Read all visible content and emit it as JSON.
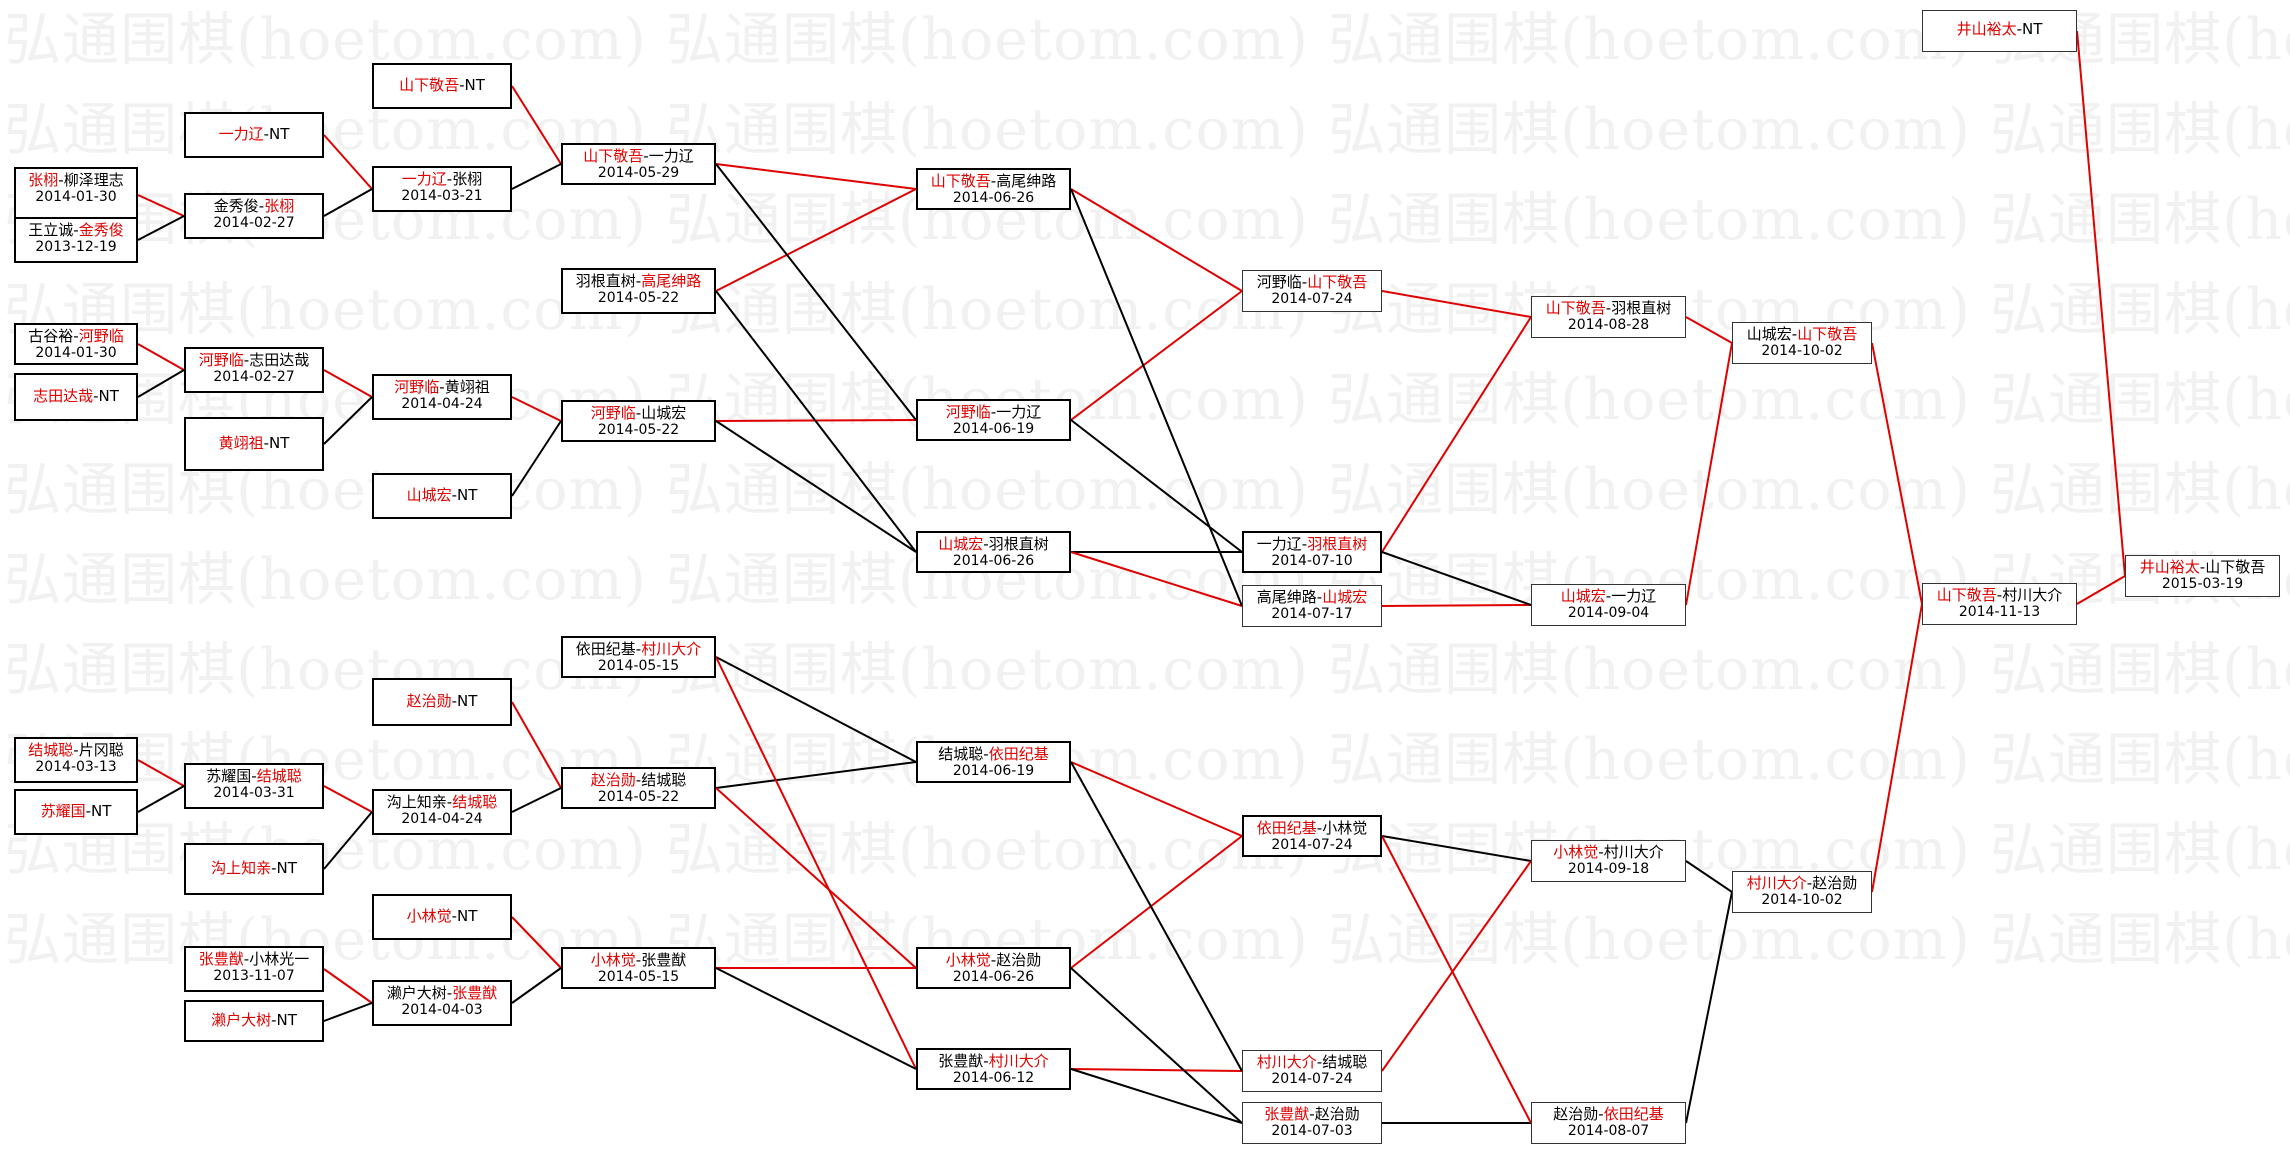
{
  "watermark": "弘通围棋(hoetom.com) 弘通围棋(hoetom.com) 弘通围棋(hoetom.com) 弘通围棋(hoetom.com)",
  "colors": {
    "winner": "#e00000",
    "black_line": "#000000",
    "red_line": "#e00000",
    "watermark": "#f1f1f1"
  },
  "matches": [
    {
      "id": "m01",
      "parts": [
        {
          "t": "张栩",
          "w": true
        },
        {
          "t": "-柳泽理志"
        }
      ],
      "date": "2014-01-30"
    },
    {
      "id": "m02",
      "parts": [
        {
          "t": "王立诚-"
        },
        {
          "t": "金秀俊",
          "w": true
        }
      ],
      "date": "2013-12-19"
    },
    {
      "id": "m03",
      "parts": [
        {
          "t": "古谷裕-"
        },
        {
          "t": "河野临",
          "w": true
        }
      ],
      "date": "2014-01-30"
    },
    {
      "id": "m04",
      "parts": [
        {
          "t": "志田达哉",
          "w": true
        },
        {
          "t": "-NT"
        }
      ],
      "date": ""
    },
    {
      "id": "m05",
      "parts": [
        {
          "t": "结城聪",
          "w": true
        },
        {
          "t": "-片冈聪"
        }
      ],
      "date": "2014-03-13"
    },
    {
      "id": "m06",
      "parts": [
        {
          "t": "苏耀国",
          "w": true
        },
        {
          "t": "-NT"
        }
      ],
      "date": ""
    },
    {
      "id": "m07",
      "parts": [
        {
          "t": "张豊猷",
          "w": true
        },
        {
          "t": "-小林光一"
        }
      ],
      "date": "2013-11-07"
    },
    {
      "id": "m08",
      "parts": [
        {
          "t": "濑户大树",
          "w": true
        },
        {
          "t": "-NT"
        }
      ],
      "date": ""
    },
    {
      "id": "m09",
      "parts": [
        {
          "t": "一力辽",
          "w": true
        },
        {
          "t": "-NT"
        }
      ],
      "date": ""
    },
    {
      "id": "m10",
      "parts": [
        {
          "t": "金秀俊-"
        },
        {
          "t": "张栩",
          "w": true
        }
      ],
      "date": "2014-02-27"
    },
    {
      "id": "m11",
      "parts": [
        {
          "t": "河野临",
          "w": true
        },
        {
          "t": "-志田达哉"
        }
      ],
      "date": "2014-02-27"
    },
    {
      "id": "m12",
      "parts": [
        {
          "t": "黄翊祖",
          "w": true
        },
        {
          "t": "-NT"
        }
      ],
      "date": ""
    },
    {
      "id": "m13",
      "parts": [
        {
          "t": "苏耀国-"
        },
        {
          "t": "结城聪",
          "w": true
        }
      ],
      "date": "2014-03-31"
    },
    {
      "id": "m14",
      "parts": [
        {
          "t": "沟上知亲",
          "w": true
        },
        {
          "t": "-NT"
        }
      ],
      "date": ""
    },
    {
      "id": "m15",
      "parts": [
        {
          "t": "张豊猷",
          "w": true
        },
        {
          "t": "-小林光一"
        }
      ],
      "date": "2013-11-07"
    },
    {
      "id": "m16",
      "parts": [
        {
          "t": "濑户大树",
          "w": true
        },
        {
          "t": "-NT"
        }
      ],
      "date": ""
    },
    {
      "id": "m17",
      "parts": [
        {
          "t": "山下敬吾",
          "w": true
        },
        {
          "t": "-NT"
        }
      ],
      "date": ""
    },
    {
      "id": "m18",
      "parts": [
        {
          "t": "一力辽",
          "w": true
        },
        {
          "t": "-张栩"
        }
      ],
      "date": "2014-03-21"
    },
    {
      "id": "m19",
      "parts": [
        {
          "t": "河野临",
          "w": true
        },
        {
          "t": "-黄翊祖"
        }
      ],
      "date": "2014-04-24"
    },
    {
      "id": "m20",
      "parts": [
        {
          "t": "山城宏",
          "w": true
        },
        {
          "t": "-NT"
        }
      ],
      "date": ""
    },
    {
      "id": "m21",
      "parts": [
        {
          "t": "赵治勋",
          "w": true
        },
        {
          "t": "-NT"
        }
      ],
      "date": ""
    },
    {
      "id": "m22",
      "parts": [
        {
          "t": "沟上知亲-"
        },
        {
          "t": "结城聪",
          "w": true
        }
      ],
      "date": "2014-04-24"
    },
    {
      "id": "m23",
      "parts": [
        {
          "t": "小林觉",
          "w": true
        },
        {
          "t": "-NT"
        }
      ],
      "date": ""
    },
    {
      "id": "m24",
      "parts": [
        {
          "t": "濑户大树-"
        },
        {
          "t": "张豊猷",
          "w": true
        }
      ],
      "date": "2014-04-03"
    },
    {
      "id": "m25",
      "parts": [
        {
          "t": "山下敬吾",
          "w": true
        },
        {
          "t": "-一力辽"
        }
      ],
      "date": "2014-05-29"
    },
    {
      "id": "m26",
      "parts": [
        {
          "t": "羽根直树-"
        },
        {
          "t": "高尾绅路",
          "w": true
        }
      ],
      "date": "2014-05-22"
    },
    {
      "id": "m27",
      "parts": [
        {
          "t": "河野临",
          "w": true
        },
        {
          "t": "-山城宏"
        }
      ],
      "date": "2014-05-22"
    },
    {
      "id": "m28",
      "parts": [
        {
          "t": "依田纪基-"
        },
        {
          "t": "村川大介",
          "w": true
        }
      ],
      "date": "2014-05-15"
    },
    {
      "id": "m29",
      "parts": [
        {
          "t": "赵治勋",
          "w": true
        },
        {
          "t": "-结城聪"
        }
      ],
      "date": "2014-05-22"
    },
    {
      "id": "m30",
      "parts": [
        {
          "t": "小林觉",
          "w": true
        },
        {
          "t": "-张豊猷"
        }
      ],
      "date": "2014-05-15"
    },
    {
      "id": "m31",
      "parts": [
        {
          "t": "山下敬吾",
          "w": true
        },
        {
          "t": "-高尾绅路"
        }
      ],
      "date": "2014-06-26"
    },
    {
      "id": "m32",
      "parts": [
        {
          "t": "河野临",
          "w": true
        },
        {
          "t": "-一力辽"
        }
      ],
      "date": "2014-06-19"
    },
    {
      "id": "m33",
      "parts": [
        {
          "t": "山城宏",
          "w": true
        },
        {
          "t": "-羽根直树"
        }
      ],
      "date": "2014-06-26"
    },
    {
      "id": "m34",
      "parts": [
        {
          "t": "结城聪-"
        },
        {
          "t": "依田纪基",
          "w": true
        }
      ],
      "date": "2014-06-19"
    },
    {
      "id": "m35",
      "parts": [
        {
          "t": "小林觉",
          "w": true
        },
        {
          "t": "-赵治勋"
        }
      ],
      "date": "2014-06-26"
    },
    {
      "id": "m36",
      "parts": [
        {
          "t": "张豊猷-"
        },
        {
          "t": "村川大介",
          "w": true
        }
      ],
      "date": "2014-06-12"
    },
    {
      "id": "m37",
      "parts": [
        {
          "t": "河野临-"
        },
        {
          "t": "山下敬吾",
          "w": true
        }
      ],
      "date": "2014-07-24"
    },
    {
      "id": "m38",
      "parts": [
        {
          "t": "一力辽-"
        },
        {
          "t": "羽根直树",
          "w": true
        }
      ],
      "date": "2014-07-10"
    },
    {
      "id": "m39",
      "parts": [
        {
          "t": "高尾绅路-"
        },
        {
          "t": "山城宏",
          "w": true
        }
      ],
      "date": "2014-07-17"
    },
    {
      "id": "m40",
      "parts": [
        {
          "t": "依田纪基",
          "w": true
        },
        {
          "t": "-小林觉"
        }
      ],
      "date": "2014-07-24"
    },
    {
      "id": "m41",
      "parts": [
        {
          "t": "村川大介",
          "w": true
        },
        {
          "t": "-结城聪"
        }
      ],
      "date": "2014-07-24"
    },
    {
      "id": "m42",
      "parts": [
        {
          "t": "张豊猷",
          "w": true
        },
        {
          "t": "-赵治勋"
        }
      ],
      "date": "2014-07-03"
    },
    {
      "id": "m43",
      "parts": [
        {
          "t": "山下敬吾",
          "w": true
        },
        {
          "t": "-羽根直树"
        }
      ],
      "date": "2014-08-28"
    },
    {
      "id": "m44",
      "parts": [
        {
          "t": "山城宏",
          "w": true
        },
        {
          "t": "-一力辽"
        }
      ],
      "date": "2014-09-04"
    },
    {
      "id": "m45",
      "parts": [
        {
          "t": "小林觉",
          "w": true
        },
        {
          "t": "-村川大介"
        }
      ],
      "date": "2014-09-18"
    },
    {
      "id": "m46",
      "parts": [
        {
          "t": "赵治勋-"
        },
        {
          "t": "依田纪基",
          "w": true
        }
      ],
      "date": "2014-08-07"
    },
    {
      "id": "m47",
      "parts": [
        {
          "t": "山城宏-"
        },
        {
          "t": "山下敬吾",
          "w": true
        }
      ],
      "date": "2014-10-02"
    },
    {
      "id": "m48",
      "parts": [
        {
          "t": "村川大介",
          "w": true
        },
        {
          "t": "-赵治勋"
        }
      ],
      "date": "2014-10-02"
    },
    {
      "id": "m49",
      "parts": [
        {
          "t": "山下敬吾",
          "w": true
        },
        {
          "t": "-村川大介"
        }
      ],
      "date": "2014-11-13"
    },
    {
      "id": "m50",
      "parts": [
        {
          "t": "井山裕太",
          "w": true
        },
        {
          "t": "-NT"
        }
      ],
      "date": ""
    },
    {
      "id": "m51",
      "parts": [
        {
          "t": "井山裕太",
          "w": true
        },
        {
          "t": "-山下敬吾"
        }
      ],
      "date": "2015-03-19"
    }
  ],
  "connections": [
    {
      "from": "m01",
      "to": "m10",
      "c": "r"
    },
    {
      "from": "m02",
      "to": "m10",
      "c": "b"
    },
    {
      "from": "m03",
      "to": "m11",
      "c": "r"
    },
    {
      "from": "m04",
      "to": "m11",
      "c": "b"
    },
    {
      "from": "m05",
      "to": "m13",
      "c": "r"
    },
    {
      "from": "m06",
      "to": "m13",
      "c": "b"
    },
    {
      "from": "m07",
      "to": "m15",
      "c": "r"
    },
    {
      "from": "m08",
      "to": "m16",
      "c": "r"
    },
    {
      "from": "m09",
      "to": "m18",
      "c": "r"
    },
    {
      "from": "m10",
      "to": "m18",
      "c": "b"
    },
    {
      "from": "m11",
      "to": "m19",
      "c": "r"
    },
    {
      "from": "m12",
      "to": "m19",
      "c": "b"
    },
    {
      "from": "m13",
      "to": "m22",
      "c": "r"
    },
    {
      "from": "m14",
      "to": "m22",
      "c": "b"
    },
    {
      "from": "m15",
      "to": "m24",
      "c": "r"
    },
    {
      "from": "m16",
      "to": "m24",
      "c": "b"
    },
    {
      "from": "m17",
      "to": "m25",
      "c": "r"
    },
    {
      "from": "m18",
      "to": "m25",
      "c": "b"
    },
    {
      "from": "m19",
      "to": "m27",
      "c": "r"
    },
    {
      "from": "m20",
      "to": "m27",
      "c": "b"
    },
    {
      "from": "m21",
      "to": "m29",
      "c": "r"
    },
    {
      "from": "m22",
      "to": "m29",
      "c": "b"
    },
    {
      "from": "m23",
      "to": "m30",
      "c": "r"
    },
    {
      "from": "m24",
      "to": "m30",
      "c": "b"
    },
    {
      "from": "m25",
      "to": "m31",
      "c": "r"
    },
    {
      "from": "m26",
      "to": "m31",
      "c": "r"
    },
    {
      "from": "m27",
      "to": "m32",
      "c": "r"
    },
    {
      "from": "m25",
      "to": "m32",
      "c": "b"
    },
    {
      "from": "m27",
      "to": "m33",
      "c": "b"
    },
    {
      "from": "m26",
      "to": "m33",
      "c": "b"
    },
    {
      "from": "m28",
      "to": "m34",
      "c": "b"
    },
    {
      "from": "m29",
      "to": "m34",
      "c": "b"
    },
    {
      "from": "m30",
      "to": "m35",
      "c": "r"
    },
    {
      "from": "m29",
      "to": "m35",
      "c": "r"
    },
    {
      "from": "m28",
      "to": "m36",
      "c": "r"
    },
    {
      "from": "m30",
      "to": "m36",
      "c": "b"
    },
    {
      "from": "m31",
      "to": "m37",
      "c": "r"
    },
    {
      "from": "m32",
      "to": "m37",
      "c": "r"
    },
    {
      "from": "m32",
      "to": "m38",
      "c": "b"
    },
    {
      "from": "m33",
      "to": "m38",
      "c": "b"
    },
    {
      "from": "m33",
      "to": "m39",
      "c": "r"
    },
    {
      "from": "m31",
      "to": "m39",
      "c": "b"
    },
    {
      "from": "m34",
      "to": "m40",
      "c": "r"
    },
    {
      "from": "m35",
      "to": "m40",
      "c": "r"
    },
    {
      "from": "m36",
      "to": "m41",
      "c": "r"
    },
    {
      "from": "m34",
      "to": "m41",
      "c": "b"
    },
    {
      "from": "m36",
      "to": "m42",
      "c": "b"
    },
    {
      "from": "m35",
      "to": "m42",
      "c": "b"
    },
    {
      "from": "m37",
      "to": "m43",
      "c": "r"
    },
    {
      "from": "m38",
      "to": "m43",
      "c": "r"
    },
    {
      "from": "m39",
      "to": "m44",
      "c": "r"
    },
    {
      "from": "m38",
      "to": "m44",
      "c": "b"
    },
    {
      "from": "m40",
      "to": "m45",
      "c": "b"
    },
    {
      "from": "m41",
      "to": "m45",
      "c": "r"
    },
    {
      "from": "m42",
      "to": "m46",
      "c": "b"
    },
    {
      "from": "m40",
      "to": "m46",
      "c": "r"
    },
    {
      "from": "m43",
      "to": "m47",
      "c": "r"
    },
    {
      "from": "m44",
      "to": "m47",
      "c": "r"
    },
    {
      "from": "m45",
      "to": "m48",
      "c": "b"
    },
    {
      "from": "m46",
      "to": "m48",
      "c": "b"
    },
    {
      "from": "m47",
      "to": "m49",
      "c": "r"
    },
    {
      "from": "m48",
      "to": "m49",
      "c": "r"
    },
    {
      "from": "m50",
      "to": "m51",
      "c": "r"
    },
    {
      "from": "m49",
      "to": "m51",
      "c": "r"
    }
  ]
}
